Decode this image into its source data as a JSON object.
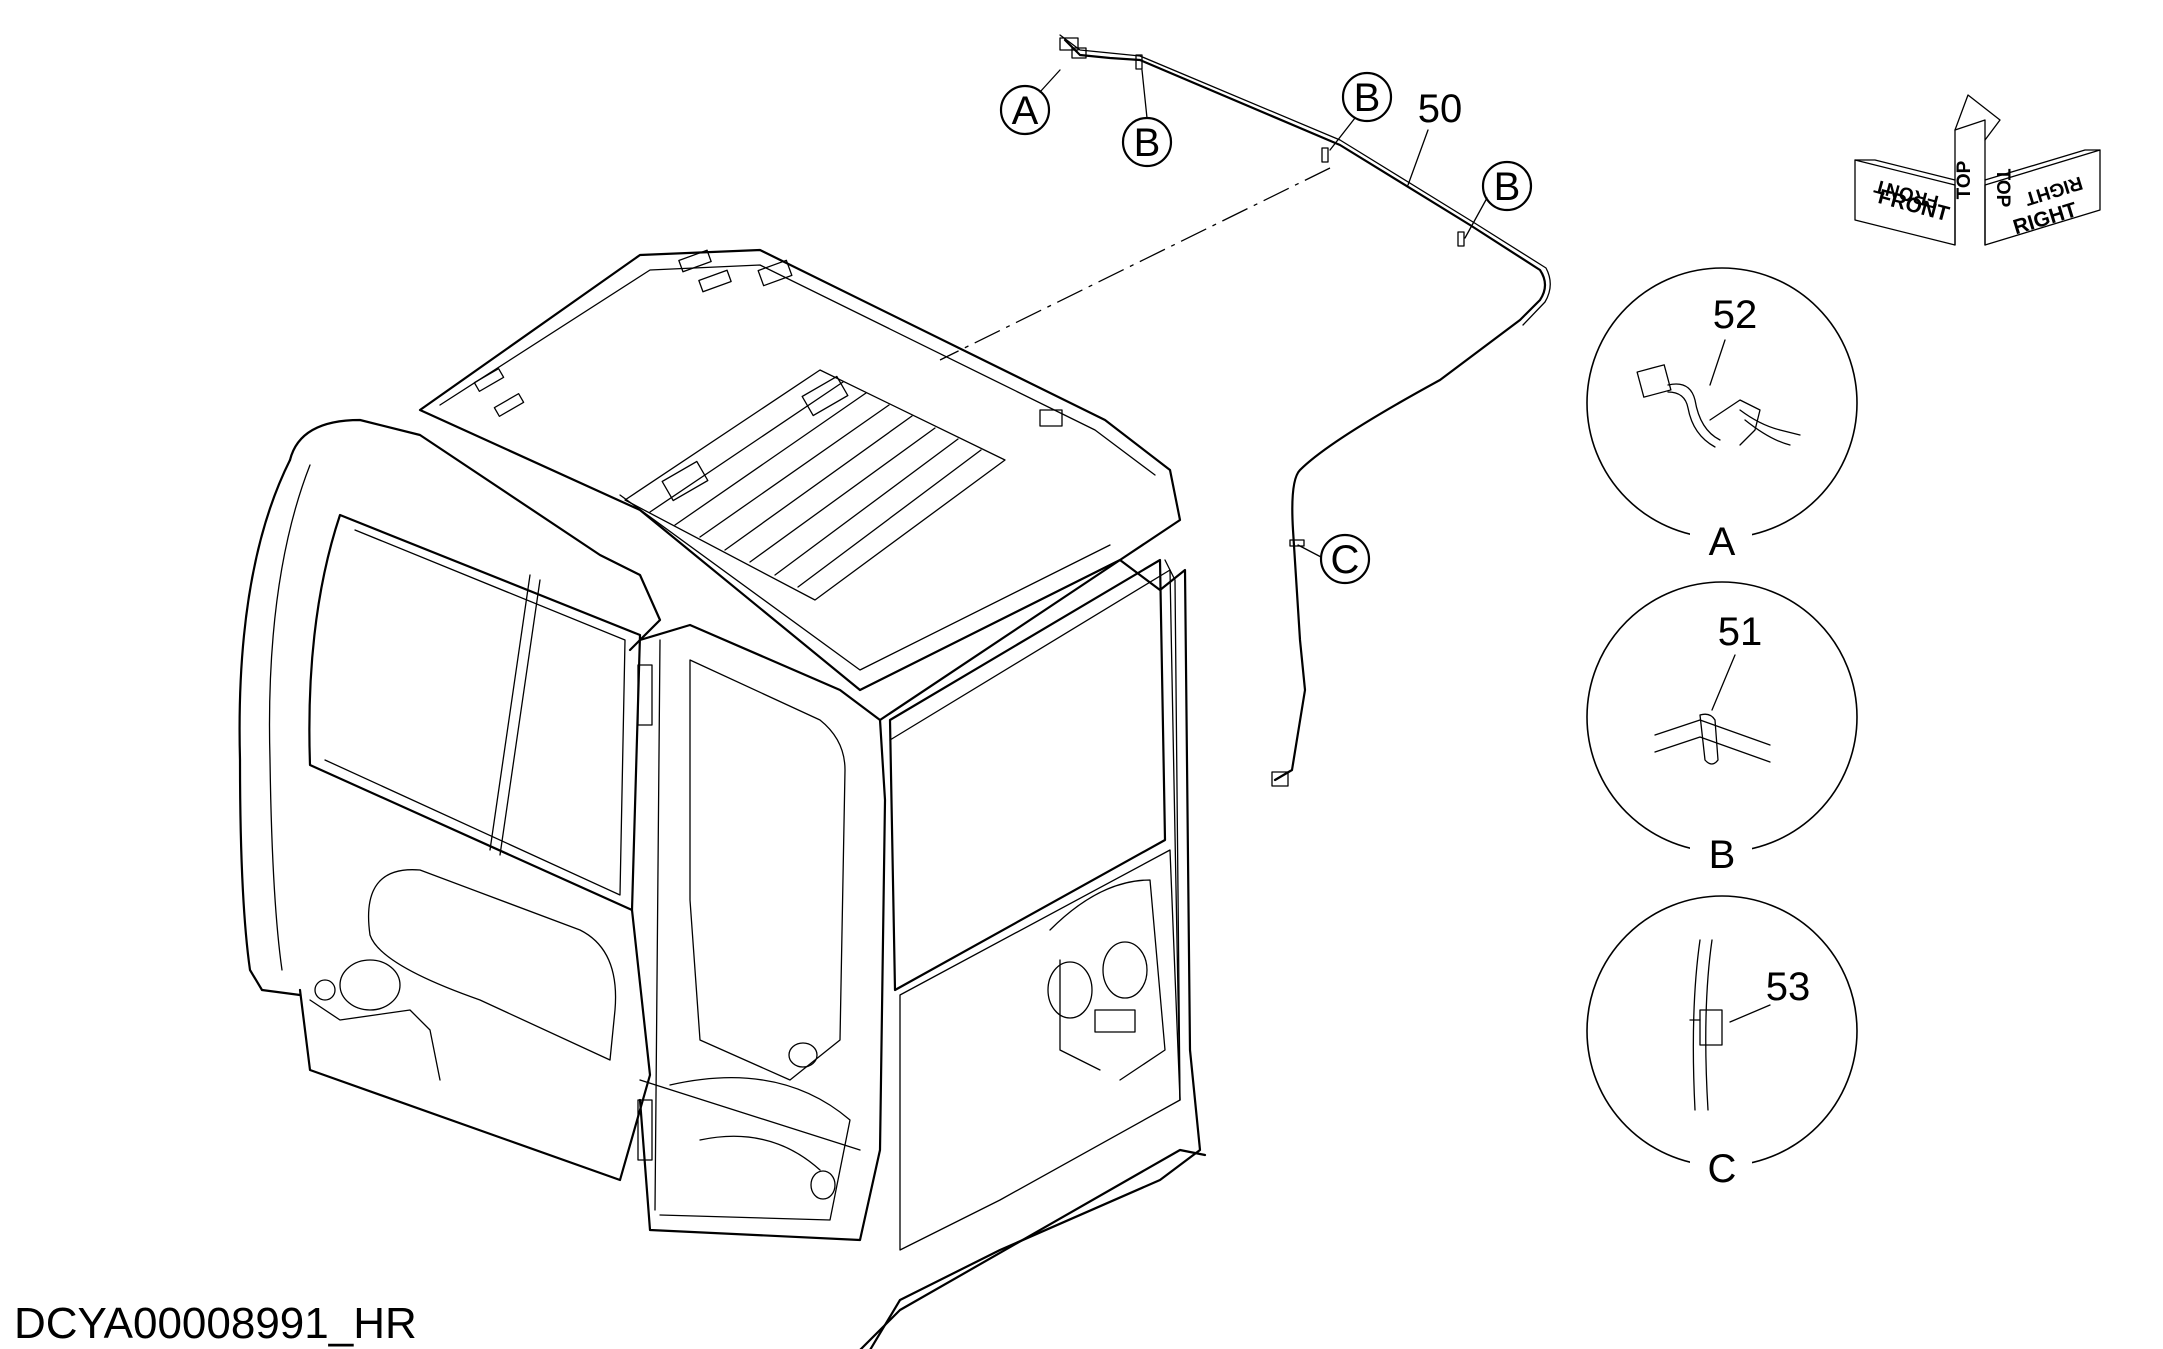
{
  "drawing": {
    "code": "DCYA00008991_HR",
    "part_numbers": [
      "50",
      "51",
      "52",
      "53"
    ],
    "callout_letters": [
      "A",
      "B",
      "C"
    ],
    "detail_views": [
      {
        "letter": "A",
        "part": "52"
      },
      {
        "letter": "B",
        "part": "51"
      },
      {
        "letter": "C",
        "part": "53"
      }
    ]
  },
  "orientation": {
    "front": "FRONT",
    "top": "TOP",
    "right": "RIGHT"
  }
}
